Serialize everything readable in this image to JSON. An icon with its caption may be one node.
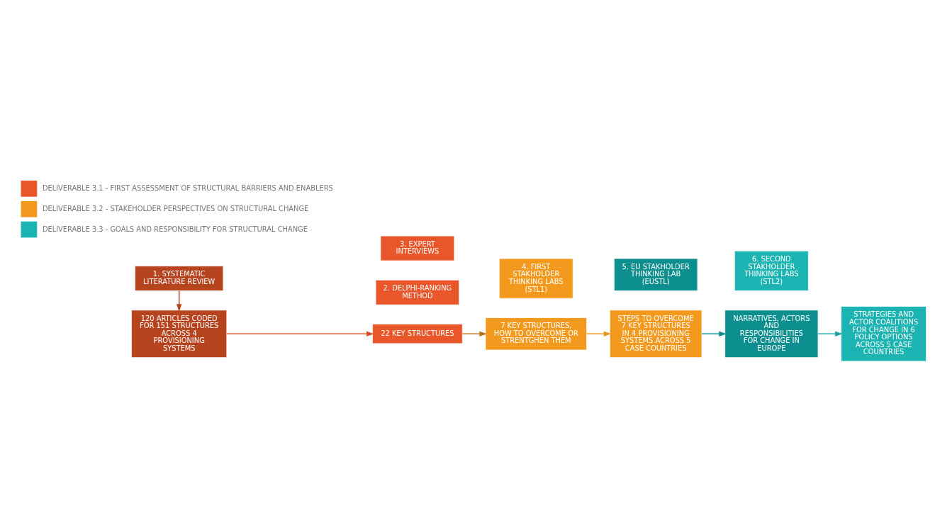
{
  "diagram": {
    "nodes": [
      {
        "text": [
          "1. SYSTEMATIC LITERATURE REVIEW"
        ]
      },
      {
        "text": [
          "120 ARTICLES CODED FOR 151 STRUCTURES ACROSS 4 PROVISIONING SYSTEMS"
        ]
      },
      {
        "text": [
          "2. DELPHI-RANKING METHOD"
        ]
      },
      {
        "text": [
          "22 KEY STRUCTURES"
        ]
      },
      {
        "text": [
          "3. EXPERT INTERVIEWS"
        ]
      },
      {
        "text": [
          "7 KEY STRUCTURES, HOW TO OVERCOME OR STRENTGHEN THEM"
        ]
      },
      {
        "text": [
          "4. FIRST STAKHOLDER THINKING LABS (STL1)"
        ]
      },
      {
        "text": [
          "STEPS TO OVERCOME 7 KEY STRUCTURES IN 4 PROVISIONING SYSTEMS ACROSS 5 CASE COUNTRIES"
        ]
      },
      {
        "text": [
          "5. EU STAKHOLDER THINKING LAB (EUSTL)"
        ]
      },
      {
        "text": [
          "NARRATIVES, ACTORS AND RESPONSIBILITIES FOR CHANGE IN EUROPE"
        ]
      },
      {
        "text": [
          "6. SECOND STAKHOLDER THINKING LABS (STL2)"
        ]
      },
      {
        "text": [
          "STRATEGIES AND ACTOR COALITIONS FOR CHANGE IN 6 POLICY OPTIONS ACROSS 5 CASE COUNTRIES"
        ]
      }
    ],
    "edges": [
      {
        "from": 0,
        "to": 1,
        "arrow": "to",
        "color": "#b5441f"
      },
      {
        "from": 1,
        "to": 3,
        "arrow": "to",
        "color": "#d9502a"
      },
      {
        "from": 3,
        "to": 5,
        "arrow": "to",
        "color": "#b8741e"
      },
      {
        "from": 5,
        "to": 7,
        "arrow": "to",
        "color": "#e8951e"
      },
      {
        "from": 7,
        "to": 9,
        "arrow": "to",
        "color": "#0e8f8f"
      },
      {
        "from": 9,
        "to": 11,
        "arrow": "to",
        "color": "#1aa5a5"
      }
    ],
    "legend": [
      {
        "text": "DELIVERABLE 3.1 - FIRST ASSESSMENT OF STRUCTURAL BARRIERS AND ENABLERS",
        "color": "#e8562a"
      },
      {
        "text": "DELIVERABLE 3.2 - STAKEHOLDER PERSPECTIVES ON STRUCTURAL CHANGE",
        "color": "#f39a1e"
      },
      {
        "text": "DELIVERABLE 3.3 - GOALS AND RESPONSIBILITY FOR STRUCTURAL CHANGE",
        "color": "#1cb3b3"
      }
    ]
  }
}
